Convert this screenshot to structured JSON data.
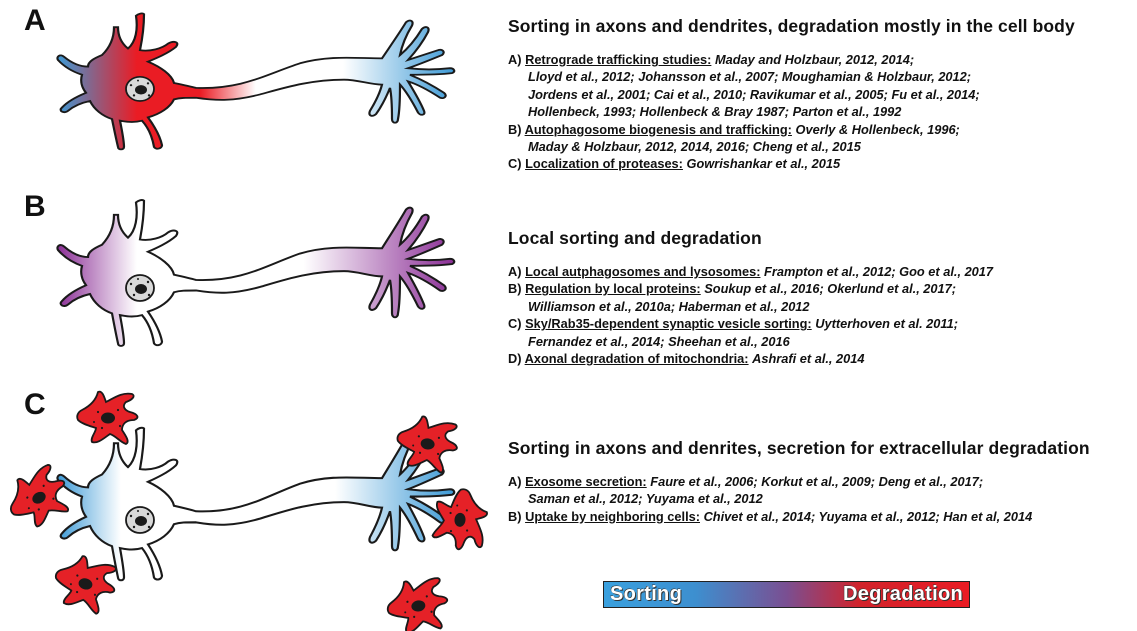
{
  "panels": [
    {
      "letter": "A",
      "heading": "Sorting in axons and dendrites, degradation mostly in the cell body",
      "items": [
        {
          "prefix": "A)",
          "label": "Retrograde trafficking studies:",
          "cites": "Maday and Holzbaur, 2012, 2014;",
          "continuation": [
            "Lloyd et al., 2012; Johansson et al., 2007; Moughamian & Holzbaur, 2012;",
            "Jordens et al., 2001; Cai et al., 2010; Ravikumar et al., 2005; Fu et al., 2014;",
            "Hollenbeck, 1993; Hollenbeck & Bray 1987; Parton et al., 1992"
          ]
        },
        {
          "prefix": "B)",
          "label": "Autophagosome biogenesis and trafficking:",
          "cites": "Overly & Hollenbeck, 1996;",
          "continuation": [
            "Maday & Holzbaur, 2012, 2014, 2016; Cheng et al., 2015"
          ]
        },
        {
          "prefix": "C)",
          "label": "Localization of proteases:",
          "cites": "Gowrishankar et al., 2015",
          "continuation": []
        }
      ]
    },
    {
      "letter": "B",
      "heading": "Local sorting and degradation",
      "items": [
        {
          "prefix": "A)",
          "label": "Local autphagosomes and lysosomes:",
          "cites": "Frampton et al., 2012; Goo et al., 2017",
          "continuation": []
        },
        {
          "prefix": "B)",
          "label": "Regulation by local proteins:",
          "cites": "Soukup et al., 2016; Okerlund et al., 2017;",
          "continuation": [
            "Williamson et al., 2010a; Haberman et al., 2012"
          ]
        },
        {
          "prefix": "C)",
          "label": "Sky/Rab35-dependent synaptic vesicle sorting:",
          "cites": "Uytterhoven et al. 2011;",
          "continuation": [
            "Fernandez et al., 2014; Sheehan et al., 2016"
          ]
        },
        {
          "prefix": "D)",
          "label": "Axonal degradation of mitochondria:",
          "cites": "Ashrafi et al., 2014",
          "continuation": []
        }
      ]
    },
    {
      "letter": "C",
      "heading": "Sorting in axons and denrites, secretion for extracellular degradation",
      "items": [
        {
          "prefix": "A)",
          "label": "Exosome secretion:",
          "cites": "Faure et al., 2006; Korkut et al., 2009; Deng et al., 2017;",
          "continuation": [
            "Saman et al., 2012; Yuyama et al., 2012"
          ]
        },
        {
          "prefix": "B)",
          "label": "Uptake by neighboring cells:",
          "cites": "Chivet et al., 2014; Yuyama et al., 2012; Han et al, 2014",
          "continuation": []
        }
      ]
    }
  ],
  "legend": {
    "left_label": "Sorting",
    "right_label": "Degradation",
    "colors": {
      "sorting": "#3aa0de",
      "degradation": "#ea1c24"
    }
  },
  "colors": {
    "neuron_outline": "#1a1a1a",
    "panel_a_soma": "#ea1c24",
    "panel_a_dendrite": "#3d9ad6",
    "panel_b_local": "#8b2f96",
    "panel_c_glia": "#e52127",
    "panel_c_terminal": "#3d9ad6"
  }
}
